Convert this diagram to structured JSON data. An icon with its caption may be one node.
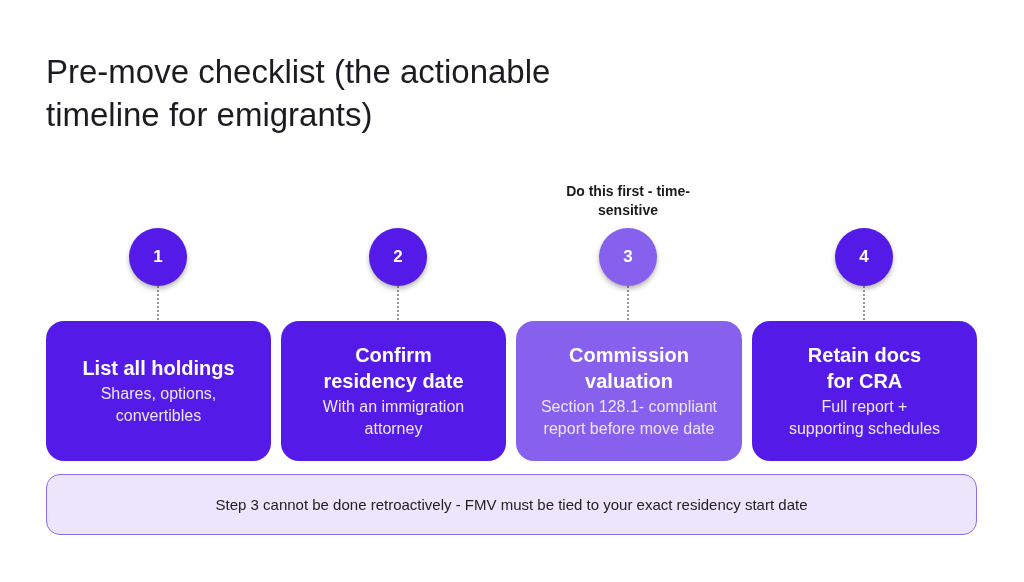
{
  "diagram": {
    "title": "Pre-move checklist (the actionable timeline for emigrants)",
    "nodes": [
      {
        "text": [
          "1"
        ]
      },
      {
        "text": [
          "2"
        ]
      },
      {
        "text": [
          "3"
        ],
        "beside": [
          "Do this first - time-sensitive"
        ]
      },
      {
        "text": [
          "4"
        ]
      },
      {
        "text": [
          "List all holdings",
          "Shares, options, convertibles"
        ]
      },
      {
        "text": [
          "Confirm residency date",
          "With an immigration attorney"
        ]
      },
      {
        "text": [
          "Commission valuation",
          "Section 128.1- compliant report before move date"
        ]
      },
      {
        "text": [
          "Retain docs for CRA",
          "Full report + supporting schedules"
        ]
      },
      {
        "text": [
          "Step 3 cannot be done retroactively - FMV must be tied to your exact residency start date"
        ]
      }
    ],
    "edges": [
      {
        "from": 0,
        "to": 4,
        "arrow": "none",
        "style": "dashed"
      },
      {
        "from": 1,
        "to": 5,
        "arrow": "none",
        "style": "dashed"
      },
      {
        "from": 2,
        "to": 6,
        "arrow": "none",
        "style": "dashed"
      },
      {
        "from": 3,
        "to": 7,
        "arrow": "none",
        "style": "dashed"
      }
    ]
  }
}
